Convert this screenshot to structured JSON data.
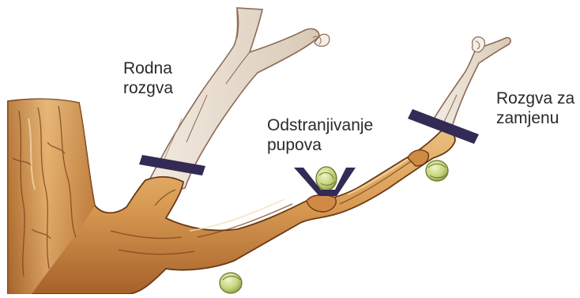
{
  "labels": {
    "fruiting_cane": [
      "Rodna",
      "rozgva"
    ],
    "bud_removal": [
      "Odstranjivanje",
      "pupova"
    ],
    "replacement_cane": [
      "Rozgva za",
      "zamjenu"
    ]
  },
  "colors": {
    "trunk": "#d9a35f",
    "trunk_shadow": "#9b5a22",
    "trunk_highlight": "#f0cf9a",
    "old_cane": "#e8ddd0",
    "old_cane_line": "#8c6a55",
    "cut_mark": "#332b55",
    "bud_green": "#c9d98a",
    "bud_dark": "#7a8a3c",
    "text": "#2a2a2a"
  }
}
